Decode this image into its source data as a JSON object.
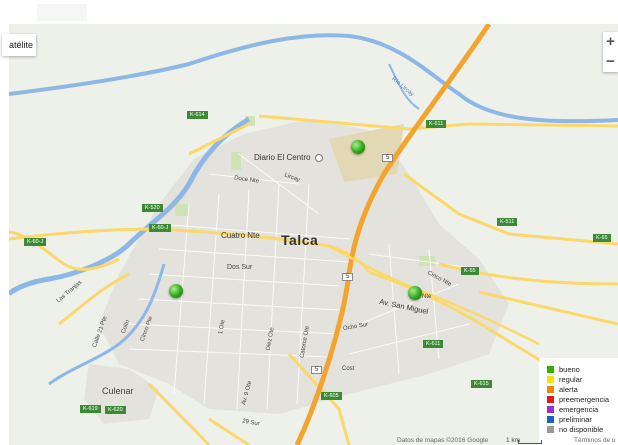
{
  "map": {
    "controls": {
      "satellite_label": "atélite",
      "zoom_in": "+",
      "zoom_out": "−"
    },
    "labels": {
      "city": "Talca",
      "diario": "Diario El Centro",
      "cuatro_nte": "Cuatro Nte",
      "dos_sur": "Dos Sur",
      "doce_nte": "Doce Nte",
      "lircay": "Lircay",
      "av_san_miguel": "Av. San Miguel",
      "ocho_sur": "Ocho Sur",
      "cinco_nte": "Cinco Nte",
      "cost": "Cost",
      "culenar": "Culenar",
      "las_tranjas": "Las Tranjas",
      "calle_21_pte": "Calle 21 Pte",
      "colin": "Colín",
      "cinco_pte": "Cinco Pte",
      "once_ote": "1 Ote",
      "diez_ote": "Diez Ote",
      "catorce_ote": "Catorce Ote",
      "av_9_ote": "Av. 9 Ote",
      "veintinueve_sur": "29 Sur",
      "rio_lircay": "Río Lircay",
      "nte": "Nte"
    },
    "route_shields": {
      "k614": "K-614",
      "k611_top": "K-611",
      "k520": "K-520",
      "k60j_left": "K-60-J",
      "k60j": "K-60-J",
      "k511": "K-511",
      "k65": "K-65",
      "k55": "K-55",
      "k611": "K-611",
      "k615": "K-615",
      "k605": "K-605",
      "k619": "K-619",
      "k620": "K-620",
      "r5_top": "5",
      "r5_mid": "5",
      "r5_bot": "5"
    },
    "stations": [
      {
        "status": "bueno"
      },
      {
        "status": "bueno"
      },
      {
        "status": "bueno"
      }
    ],
    "colors": {
      "water": "#8db7e6",
      "highway": "#f3a42f",
      "secondary": "#fbd86a",
      "shield": "#3d8a36",
      "station": "#2fa51b",
      "urban": "#e4e3dd"
    }
  },
  "legend": {
    "items": [
      {
        "label": "bueno",
        "color": "#2db200"
      },
      {
        "label": "regular",
        "color": "#f5e500"
      },
      {
        "label": "alerta",
        "color": "#f08a00"
      },
      {
        "label": "preemergencia",
        "color": "#e81616"
      },
      {
        "label": "emergencia",
        "color": "#9b2bd8"
      },
      {
        "label": "preliminar",
        "color": "#1b5fbf"
      },
      {
        "label": "no disponible",
        "color": "#9a9a9a"
      }
    ]
  },
  "footer": {
    "attribution": "Datos de mapas ©2016 Google",
    "scale": "1 km",
    "terms": "Términos de u"
  }
}
